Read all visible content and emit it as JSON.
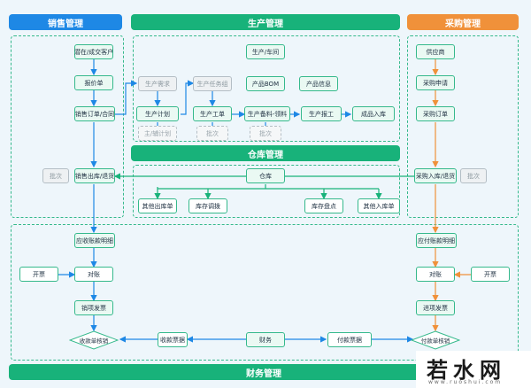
{
  "colors": {
    "sales": "#1e88e5",
    "production": "#18b27a",
    "purchase": "#f0913a",
    "accent_line": "#1e88e5",
    "purchase_line": "#f0913a",
    "node_border": "#35b98c"
  },
  "headers": {
    "sales": "销售管理",
    "production": "生产管理",
    "purchase": "采购管理",
    "warehouse": "仓库管理",
    "finance": "财务管理"
  },
  "sales": {
    "customer": "潜在/成交客户",
    "quote": "报价单",
    "order": "销售订单/合同",
    "outbound": "销售出库/退货",
    "approve": "批次",
    "receivable": "应收账款明细",
    "invoice": "开票",
    "reconcile": "对账",
    "sales_invoice": "销项发票",
    "verify": "收款单核销"
  },
  "production": {
    "workshop": "生产/车间",
    "demand": "生产需求",
    "plan": "生产计划",
    "plan_sub": "主/辅计划",
    "task": "生产任务组",
    "work_order": "生产工单",
    "approve": "批次",
    "bom": "产品BOM",
    "product_info": "产品信息",
    "material": "生产备料-领料",
    "report": "生产报工",
    "approve2": "批次",
    "finished": "成品入库"
  },
  "warehouse": {
    "center": "仓库",
    "other_out": "其他出库单",
    "transfer": "库存调拨",
    "stocktake": "库存盘点",
    "other_in": "其他入库单"
  },
  "purchase": {
    "supplier": "供应商",
    "request": "采购申请",
    "order": "采购订单",
    "inbound": "采购入库/退货",
    "approve": "批次",
    "payable": "应付账款明细",
    "reconcile": "对账",
    "invoice": "开票",
    "input_invoice": "进项发票",
    "verify": "付款单核销"
  },
  "finance": {
    "receipt": "收款票据",
    "center": "财务",
    "payment": "付款票据"
  },
  "watermark": {
    "logo": "若水网",
    "url": "www.ruoshui.com"
  }
}
